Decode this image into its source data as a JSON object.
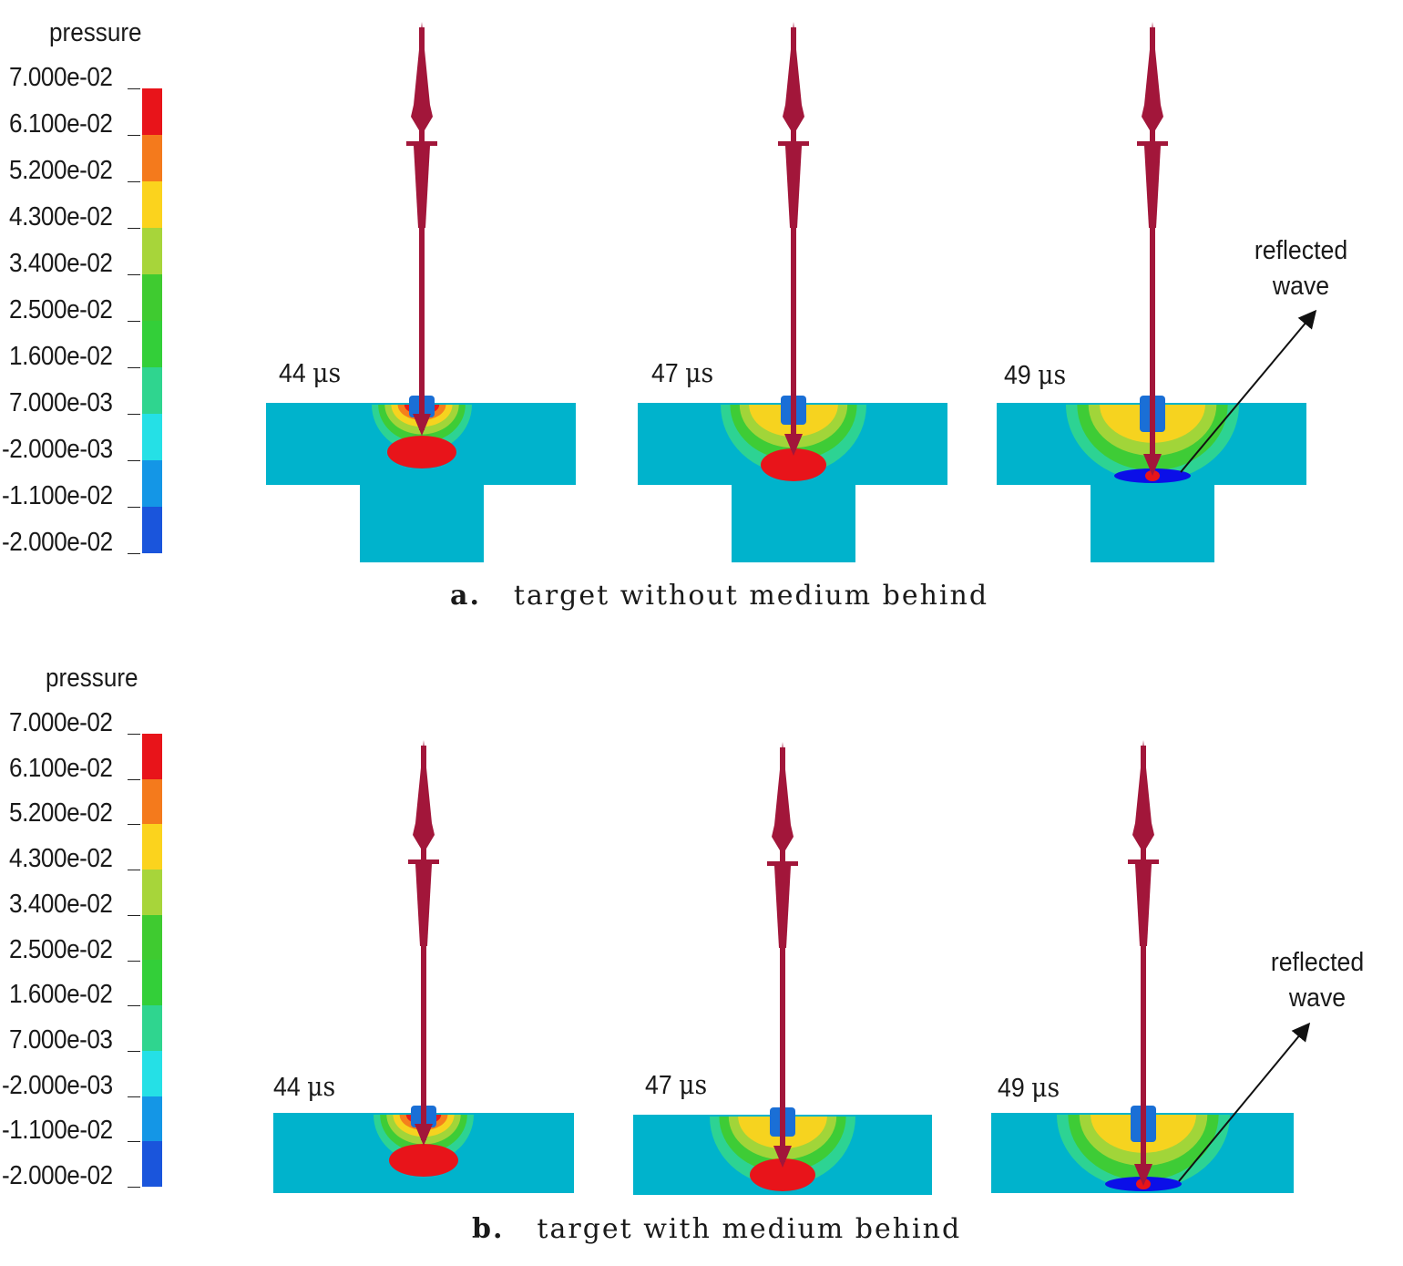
{
  "legend": {
    "title": "pressure",
    "values": [
      "7.000e-02",
      "6.100e-02",
      "5.200e-02",
      "4.300e-02",
      "3.400e-02",
      "2.500e-02",
      "1.600e-02",
      "7.000e-03",
      "-2.000e-03",
      "-1.100e-02",
      "-2.000e-02"
    ],
    "colors": [
      "#e8141a",
      "#f47a1c",
      "#fbd31d",
      "#a7d53a",
      "#3fcb30",
      "#33cf39",
      "#2fd58f",
      "#25e0e6",
      "#1496e6",
      "#1a55dc",
      "#0b0fe8"
    ]
  },
  "figures": [
    {
      "label": "a.",
      "caption": "target without medium behind",
      "has_stub": true,
      "panels": [
        {
          "time": "44",
          "unit": "μs",
          "stage": 0
        },
        {
          "time": "47",
          "unit": "μs",
          "stage": 1
        },
        {
          "time": "49",
          "unit": "μs",
          "stage": 2
        }
      ],
      "annotation": {
        "line1": "reflected",
        "line2": "wave"
      }
    },
    {
      "label": "b.",
      "caption": "target with medium behind",
      "has_stub": false,
      "panels": [
        {
          "time": "44",
          "unit": "μs",
          "stage": 0
        },
        {
          "time": "47",
          "unit": "μs",
          "stage": 1
        },
        {
          "time": "49",
          "unit": "μs",
          "stage": 2
        }
      ],
      "annotation": {
        "line1": "reflected",
        "line2": "wave"
      }
    }
  ],
  "colors": {
    "target": "#00b3cc",
    "projectile": "#a2163a"
  }
}
